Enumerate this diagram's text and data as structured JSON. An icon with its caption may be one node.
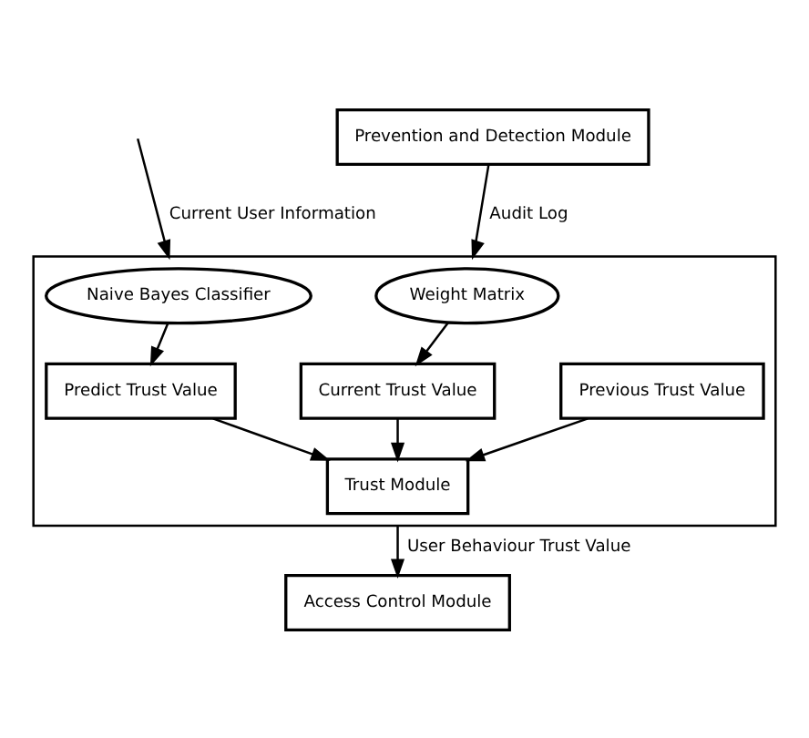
{
  "diagram": {
    "nodes": [
      {
        "text": [
          "Prevention and Detection Module"
        ]
      },
      {
        "text": [],
        "shape": "box"
      },
      {
        "text": [
          "Naive Bayes Classifier"
        ],
        "in": 1
      },
      {
        "text": [
          "Weight Matrix"
        ],
        "in": 1
      },
      {
        "text": [
          "Predict Trust Value"
        ],
        "in": 1
      },
      {
        "text": [
          "Current Trust Value"
        ],
        "in": 1
      },
      {
        "text": [
          "Previous Trust Value"
        ],
        "in": 1
      },
      {
        "text": [
          "Trust Module"
        ],
        "in": 1
      },
      {
        "text": [
          "Access Control Module"
        ]
      }
    ],
    "edges": [
      {
        "from": null,
        "to": 1,
        "arrow": "to",
        "label": "Current User Information"
      },
      {
        "from": 0,
        "to": 1,
        "arrow": "to",
        "label": "Audit Log"
      },
      {
        "from": 2,
        "to": 4,
        "arrow": "to"
      },
      {
        "from": 3,
        "to": 5,
        "arrow": "to"
      },
      {
        "from": 4,
        "to": 7,
        "arrow": "to"
      },
      {
        "from": 5,
        "to": 7,
        "arrow": "to"
      },
      {
        "from": 6,
        "to": 7,
        "arrow": "to"
      },
      {
        "from": 1,
        "to": 8,
        "arrow": "to",
        "label": "User Behaviour Trust Value"
      }
    ]
  }
}
